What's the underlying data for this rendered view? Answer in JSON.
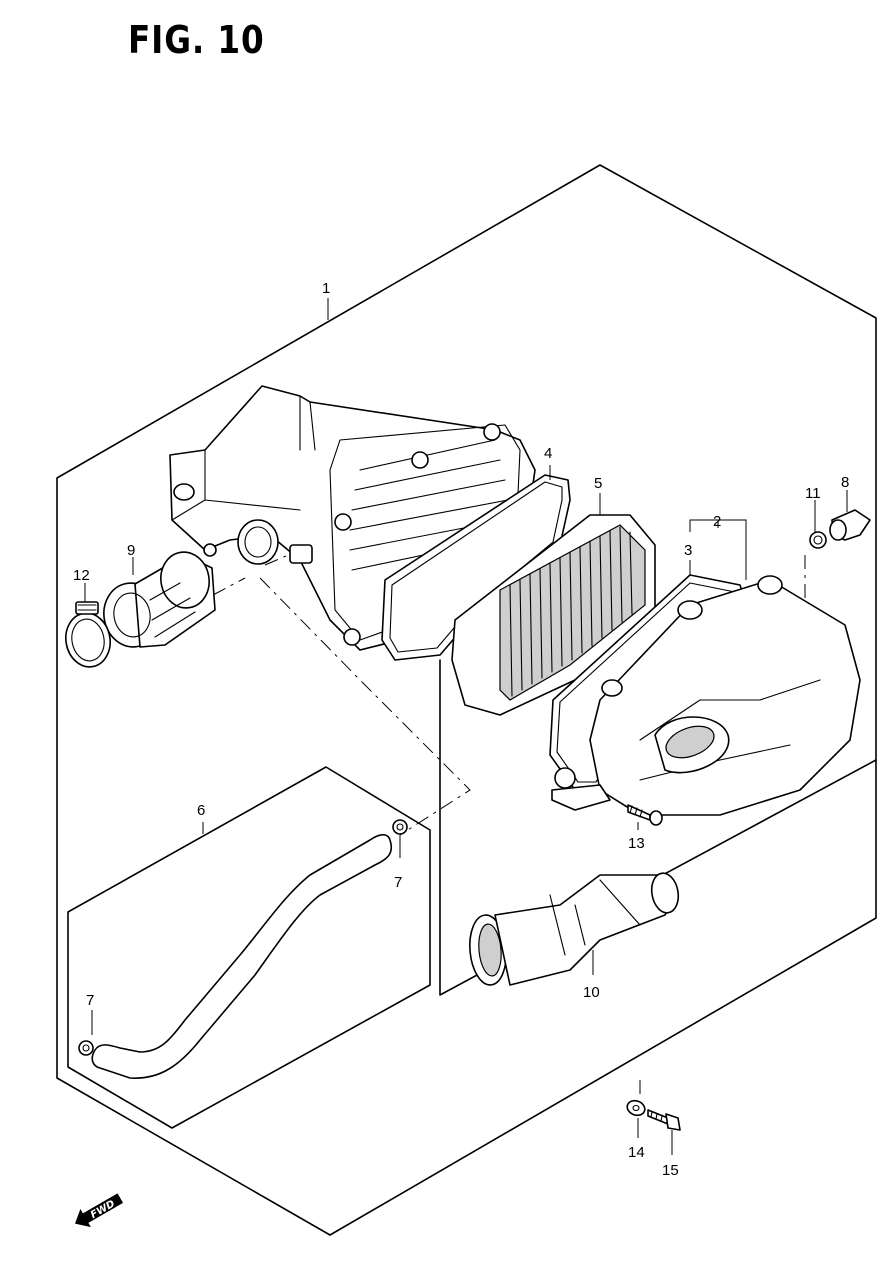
{
  "figure": {
    "title": "FIG. 10",
    "fwd_label": "FWD"
  },
  "callouts": [
    {
      "id": "c1",
      "text": "1"
    },
    {
      "id": "c2",
      "text": "2"
    },
    {
      "id": "c3",
      "text": "3"
    },
    {
      "id": "c4",
      "text": "4"
    },
    {
      "id": "c5",
      "text": "5"
    },
    {
      "id": "c6",
      "text": "6"
    },
    {
      "id": "c7a",
      "text": "7"
    },
    {
      "id": "c7b",
      "text": "7"
    },
    {
      "id": "c8",
      "text": "8"
    },
    {
      "id": "c9",
      "text": "9"
    },
    {
      "id": "c10",
      "text": "10"
    },
    {
      "id": "c11",
      "text": "11"
    },
    {
      "id": "c12",
      "text": "12"
    },
    {
      "id": "c13",
      "text": "13"
    },
    {
      "id": "c14",
      "text": "14"
    },
    {
      "id": "c15",
      "text": "15"
    }
  ]
}
